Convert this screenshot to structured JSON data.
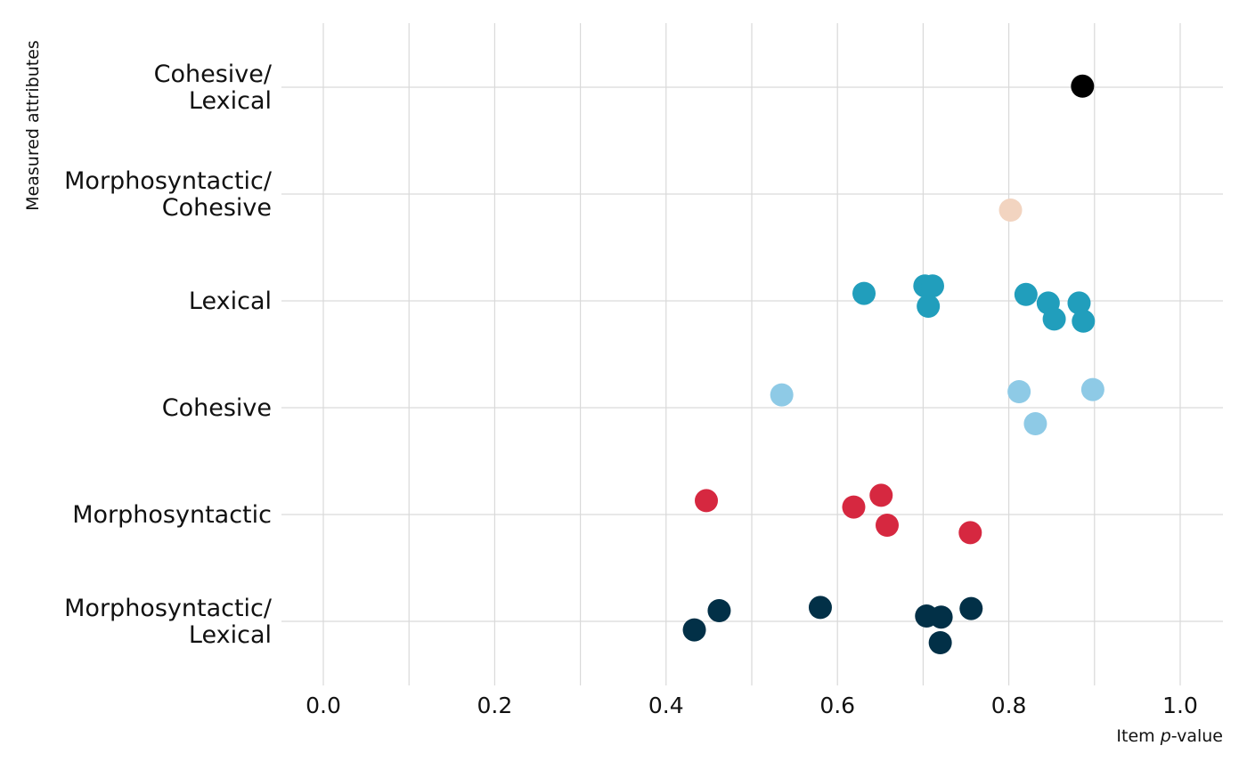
{
  "chart_data": {
    "type": "scatter",
    "title": "",
    "xlabel": "Item p-value",
    "xlabel_parts": {
      "prefix": "Item ",
      "italic": "p",
      "suffix": "-value"
    },
    "ylabel": "Measured attributes",
    "xlim": [
      -0.05,
      1.05
    ],
    "xticks": [
      0.0,
      0.2,
      0.4,
      0.6,
      0.8,
      1.0
    ],
    "xtick_labels": [
      "0.0",
      "0.2",
      "0.4",
      "0.6",
      "0.8",
      "1.0"
    ],
    "grid": true,
    "legend": "none",
    "categories": [
      {
        "label_lines": [
          "Cohesive/",
          "Lexical"
        ],
        "name": "Cohesive/Lexical"
      },
      {
        "label_lines": [
          "Morphosyntactic/",
          "Cohesive"
        ],
        "name": "Morphosyntactic/Cohesive"
      },
      {
        "label_lines": [
          "Lexical"
        ],
        "name": "Lexical"
      },
      {
        "label_lines": [
          "Cohesive"
        ],
        "name": "Cohesive"
      },
      {
        "label_lines": [
          "Morphosyntactic"
        ],
        "name": "Morphosyntactic"
      },
      {
        "label_lines": [
          "Morphosyntactic/",
          "Lexical"
        ],
        "name": "Morphosyntactic/Lexical"
      }
    ],
    "series": [
      {
        "name": "Cohesive/Lexical",
        "color": "#000000",
        "points": [
          {
            "x": 0.886,
            "jitter": -0.01
          }
        ]
      },
      {
        "name": "Morphosyntactic/Cohesive",
        "color": "#f2d4c0",
        "points": [
          {
            "x": 0.802,
            "jitter": 0.15
          }
        ]
      },
      {
        "name": "Lexical",
        "color": "#219ebc",
        "points": [
          {
            "x": 0.631,
            "jitter": -0.07
          },
          {
            "x": 0.702,
            "jitter": -0.14
          },
          {
            "x": 0.711,
            "jitter": -0.14
          },
          {
            "x": 0.706,
            "jitter": 0.05
          },
          {
            "x": 0.82,
            "jitter": -0.06
          },
          {
            "x": 0.846,
            "jitter": 0.02
          },
          {
            "x": 0.853,
            "jitter": 0.17
          },
          {
            "x": 0.882,
            "jitter": 0.02
          },
          {
            "x": 0.887,
            "jitter": 0.19
          }
        ]
      },
      {
        "name": "Cohesive",
        "color": "#8ecae6",
        "points": [
          {
            "x": 0.535,
            "jitter": -0.12
          },
          {
            "x": 0.812,
            "jitter": -0.15
          },
          {
            "x": 0.898,
            "jitter": -0.17
          },
          {
            "x": 0.831,
            "jitter": 0.15
          }
        ]
      },
      {
        "name": "Morphosyntactic",
        "color": "#d62840",
        "points": [
          {
            "x": 0.447,
            "jitter": -0.13
          },
          {
            "x": 0.619,
            "jitter": -0.07
          },
          {
            "x": 0.651,
            "jitter": -0.18
          },
          {
            "x": 0.658,
            "jitter": 0.1
          },
          {
            "x": 0.755,
            "jitter": 0.17
          }
        ]
      },
      {
        "name": "Morphosyntactic/Lexical",
        "color": "#023047",
        "points": [
          {
            "x": 0.433,
            "jitter": 0.08
          },
          {
            "x": 0.462,
            "jitter": -0.1
          },
          {
            "x": 0.58,
            "jitter": -0.13
          },
          {
            "x": 0.704,
            "jitter": -0.05
          },
          {
            "x": 0.721,
            "jitter": -0.04
          },
          {
            "x": 0.72,
            "jitter": 0.2
          },
          {
            "x": 0.756,
            "jitter": -0.12
          }
        ]
      }
    ]
  }
}
